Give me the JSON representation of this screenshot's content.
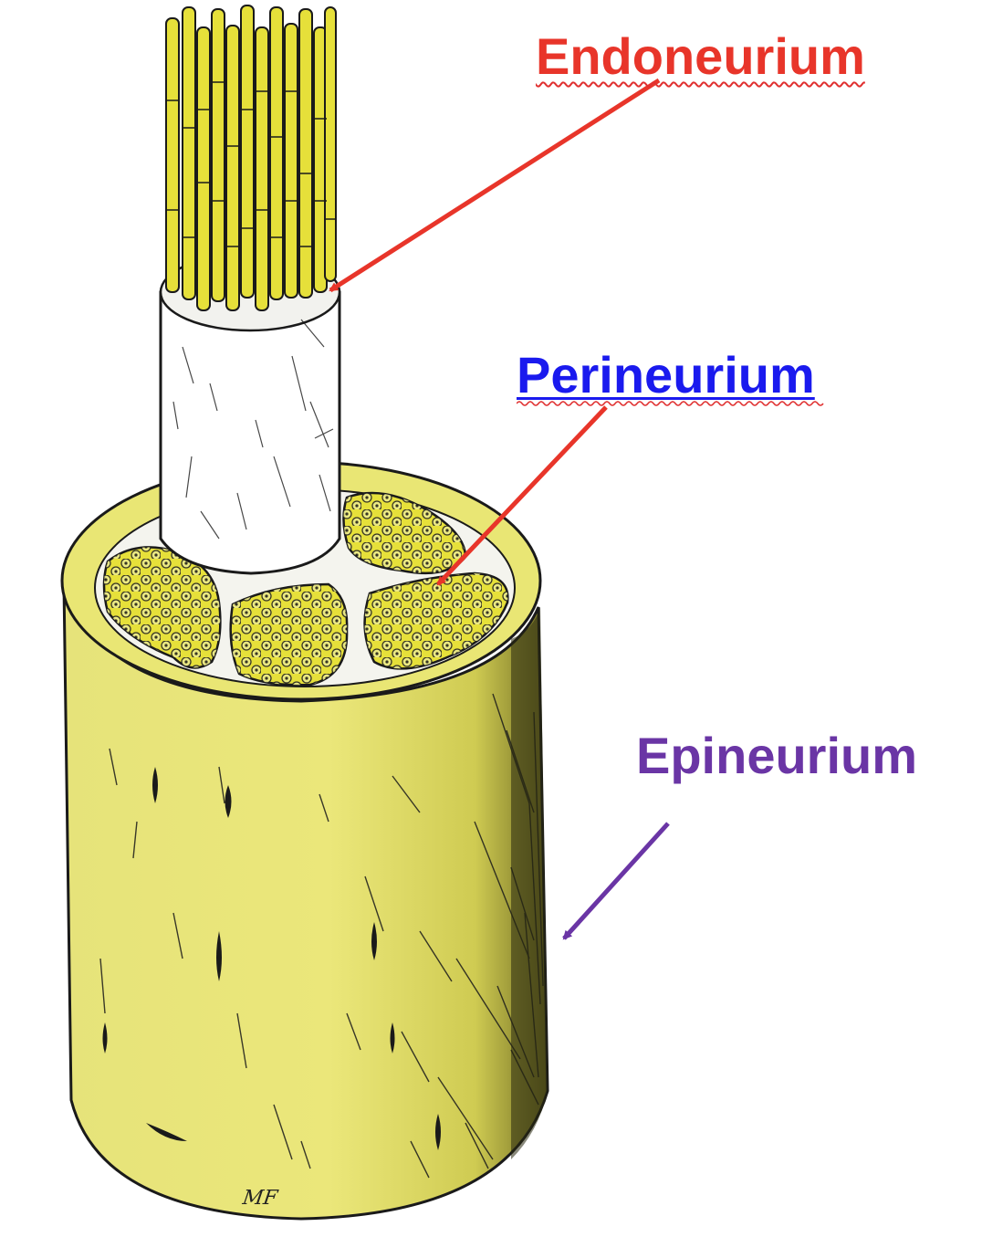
{
  "labels": {
    "endoneurium": "Endoneurium",
    "perineurium": "Perineurium",
    "epineurium": "Epineurium"
  },
  "artist_initials": "MF",
  "colors": {
    "endoneurium_label": "#e8352a",
    "perineurium_label": "#1a1aee",
    "epineurium_label": "#6a35a5",
    "tissue_yellow": "#e9e674",
    "axon_yellow": "#e6e03a",
    "outline": "#1a1a1a"
  },
  "icons": {
    "arrow_endoneurium": "arrow-icon",
    "arrow_perineurium": "arrow-icon",
    "arrow_epineurium": "arrow-icon"
  }
}
